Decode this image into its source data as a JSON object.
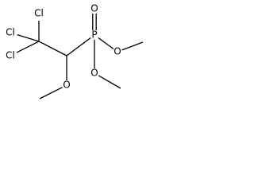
{
  "molecule": {
    "atoms": [
      {
        "id": "cl1",
        "label": "Cl"
      },
      {
        "id": "cl2",
        "label": "Cl"
      },
      {
        "id": "cl3",
        "label": "Cl"
      },
      {
        "id": "c1",
        "label": ""
      },
      {
        "id": "c2",
        "label": ""
      },
      {
        "id": "p",
        "label": "P"
      },
      {
        "id": "o_double",
        "label": "O"
      },
      {
        "id": "o_right",
        "label": "O"
      },
      {
        "id": "o_bottom",
        "label": "O"
      },
      {
        "id": "o_methoxy",
        "label": "O"
      },
      {
        "id": "me_right",
        "label": ""
      },
      {
        "id": "me_bottom",
        "label": ""
      },
      {
        "id": "me_methoxy",
        "label": ""
      }
    ],
    "bonds": [
      {
        "from": "c1",
        "to": "cl1",
        "order": 1
      },
      {
        "from": "c1",
        "to": "cl2",
        "order": 1
      },
      {
        "from": "c1",
        "to": "cl3",
        "order": 1
      },
      {
        "from": "c1",
        "to": "c2",
        "order": 1
      },
      {
        "from": "c2",
        "to": "p",
        "order": 1
      },
      {
        "from": "p",
        "to": "o_double",
        "order": 2
      },
      {
        "from": "p",
        "to": "o_right",
        "order": 1
      },
      {
        "from": "p",
        "to": "o_bottom",
        "order": 1
      },
      {
        "from": "o_right",
        "to": "me_right",
        "order": 1
      },
      {
        "from": "o_bottom",
        "to": "me_bottom",
        "order": 1
      },
      {
        "from": "c2",
        "to": "o_methoxy",
        "order": 1
      },
      {
        "from": "o_methoxy",
        "to": "me_methoxy",
        "order": 1
      }
    ]
  }
}
